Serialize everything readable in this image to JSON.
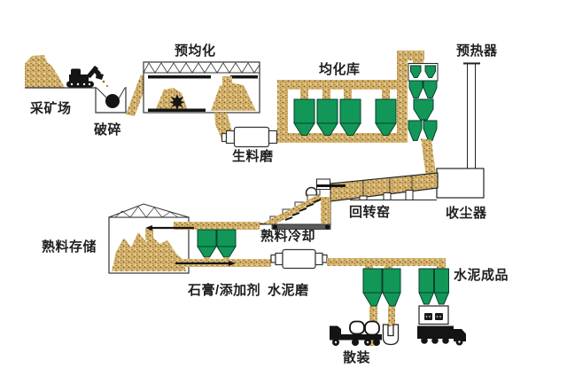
{
  "diagram": {
    "background": "#ffffff",
    "labels": {
      "mining_site": "采矿场",
      "crushing": "破碎",
      "pre_homogenization": "预均化",
      "raw_mill": "生料磨",
      "homogenization_silo": "均化库",
      "preheater": "预热器",
      "rotary_kiln": "回转窑",
      "dust_collector": "收尘器",
      "clinker_storage": "熟料存储",
      "clinker_cooling": "熟料冷却",
      "gypsum_additives": "石膏/添加剂",
      "cement_mill": "水泥磨",
      "cement_product": "水泥成品",
      "bulk_loading": "散装"
    },
    "process_flow": [
      "采矿场",
      "破碎",
      "预均化",
      "生料磨",
      "均化库",
      "预热器",
      "回转窑",
      "熟料冷却",
      "熟料存储",
      "石膏/添加剂",
      "水泥磨",
      "水泥成品",
      "散装"
    ],
    "colors": {
      "material_stream": "#d6b46e",
      "material_speckle_dark": "#7d5c20",
      "equipment_green": "#129759",
      "machinery_black": "#141414",
      "outline": "#333333"
    }
  }
}
